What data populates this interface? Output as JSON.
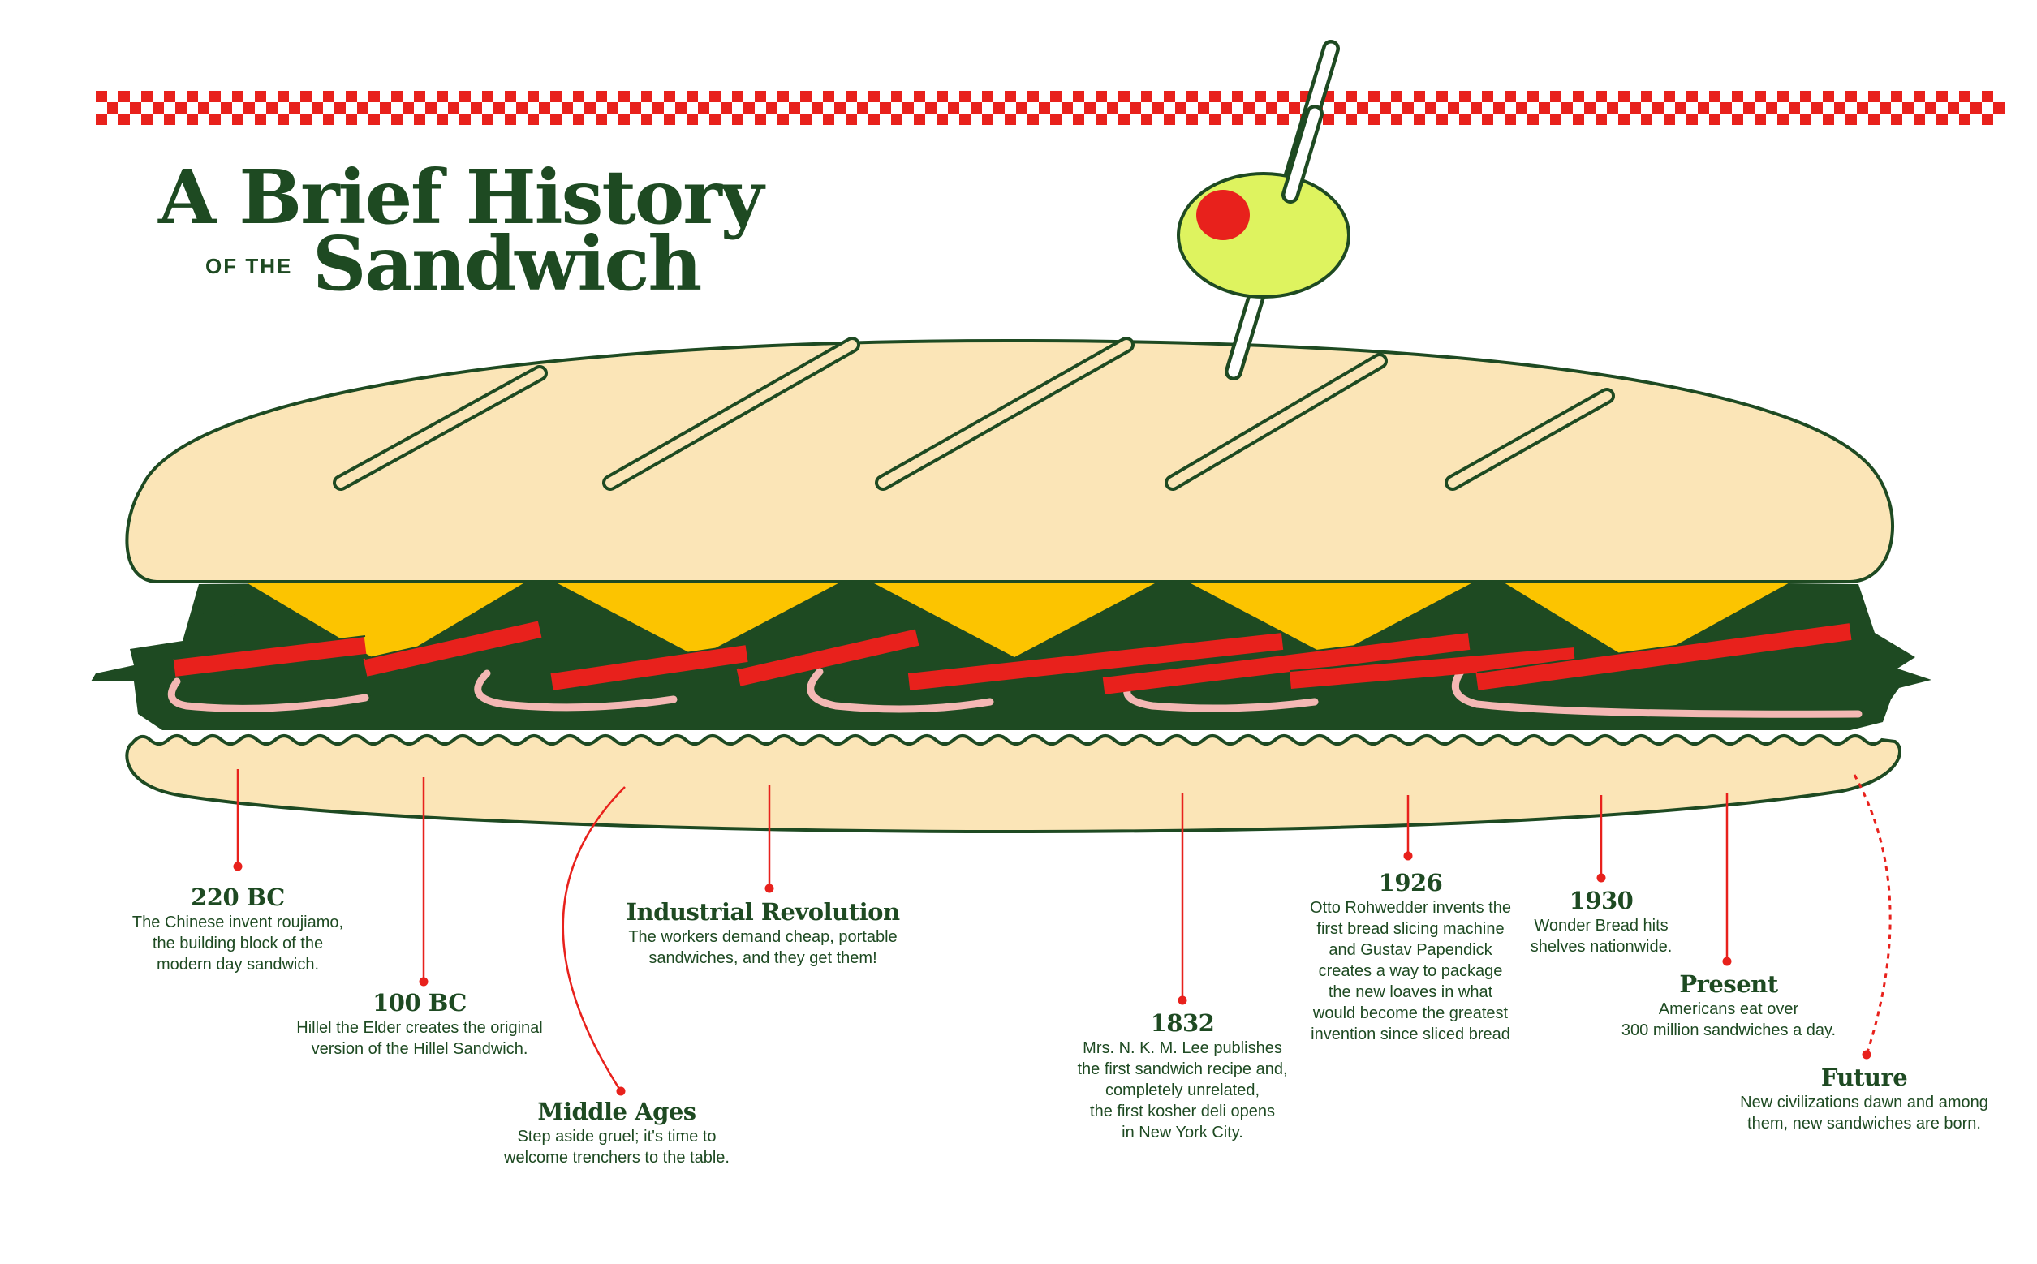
{
  "title": {
    "line1": "A Brief History",
    "small": "OF THE",
    "line2": "Sandwich"
  },
  "colors": {
    "green_dark": "#1e4a22",
    "red": "#e8211c",
    "bread": "#fbe5b7",
    "cheese": "#fcc400",
    "ham": "#f4b8b4",
    "olive": "#def35f"
  },
  "timeline": [
    {
      "id": "220bc",
      "year": "220 BC",
      "desc": [
        "The Chinese invent roujiamo,",
        "the building block of the",
        "modern day sandwich."
      ]
    },
    {
      "id": "100bc",
      "year": "100 BC",
      "desc": [
        "Hillel the Elder creates the original",
        "version of the Hillel Sandwich."
      ]
    },
    {
      "id": "middle-ages",
      "year": "Middle Ages",
      "desc": [
        "Step aside gruel; it's time to",
        "welcome trenchers to the table."
      ]
    },
    {
      "id": "industrial-revolution",
      "year": "Industrial Revolution",
      "desc": [
        "The workers demand cheap, portable",
        "sandwiches, and they get them!"
      ]
    },
    {
      "id": "1832",
      "year": "1832",
      "desc": [
        "Mrs. N. K. M. Lee publishes",
        "the first sandwich recipe and,",
        "completely unrelated,",
        "the first kosher deli opens",
        "in New York City."
      ]
    },
    {
      "id": "1926",
      "year": "1926",
      "desc": [
        "Otto Rohwedder invents the",
        "first bread slicing machine",
        "and Gustav Papendick",
        "creates a way to package",
        "the new loaves in what",
        "would become the greatest",
        "invention since sliced bread"
      ]
    },
    {
      "id": "1930",
      "year": "1930",
      "desc": [
        "Wonder Bread hits",
        "shelves nationwide."
      ]
    },
    {
      "id": "present",
      "year": "Present",
      "desc": [
        "Americans eat over",
        "300 million sandwiches a day."
      ]
    },
    {
      "id": "future",
      "year": "Future",
      "desc": [
        "New civilizations dawn and among",
        "them, new sandwiches are born."
      ]
    }
  ]
}
